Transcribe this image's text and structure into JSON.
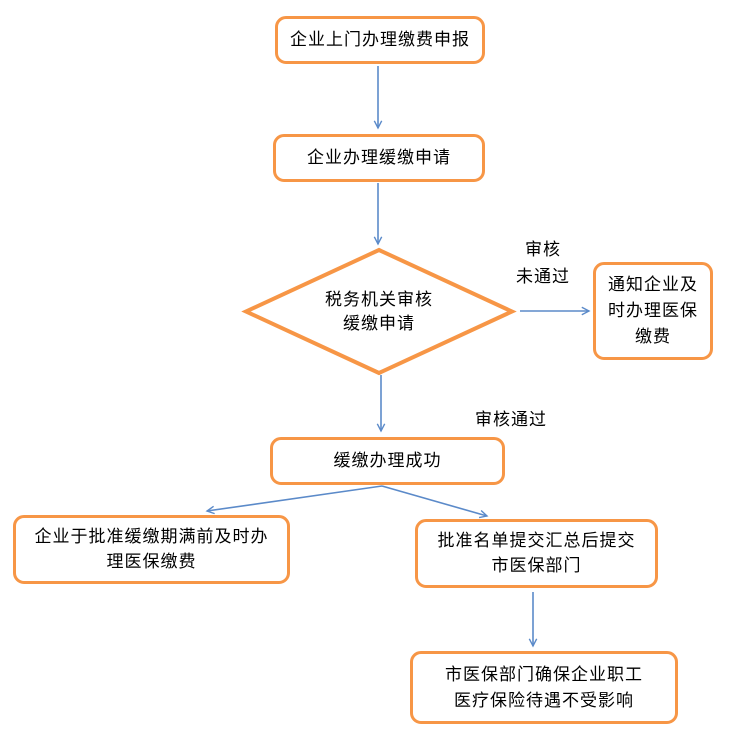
{
  "diagram": {
    "type": "flowchart",
    "background": "#FFFFFF",
    "colors": {
      "node_border": "#F79646",
      "arrow": "#5B8AC9",
      "text": "#000000"
    },
    "nodes": {
      "declare": {
        "shape": "rounded-rect",
        "label": "企业上门办理缴费申报"
      },
      "apply": {
        "shape": "rounded-rect",
        "label": "企业办理缓缴申请"
      },
      "review": {
        "shape": "diamond",
        "label": "税务机关审核\n缓缴申请"
      },
      "notify": {
        "shape": "rounded-rect",
        "label": "通知企业及\n时办理医保\n缴费"
      },
      "success": {
        "shape": "rounded-rect",
        "label": "缓缴办理成功"
      },
      "pay_before_due": {
        "shape": "rounded-rect",
        "label": "企业于批准缓缴期满前及时办\n理医保缴费"
      },
      "submit_list": {
        "shape": "rounded-rect",
        "label": "批准名单提交汇总后提交\n市医保部门"
      },
      "ensure_benefit": {
        "shape": "rounded-rect",
        "label": "市医保部门确保企业职工\n医疗保险待遇不受影响"
      }
    },
    "edge_labels": {
      "reject": "审核\n未通过",
      "approve": "审核通过"
    },
    "edges": [
      {
        "from": "declare",
        "to": "apply"
      },
      {
        "from": "apply",
        "to": "review"
      },
      {
        "from": "review",
        "to": "notify",
        "label": "审核 未通过"
      },
      {
        "from": "review",
        "to": "success",
        "label": "审核通过"
      },
      {
        "from": "success",
        "to": "pay_before_due"
      },
      {
        "from": "success",
        "to": "submit_list"
      },
      {
        "from": "submit_list",
        "to": "ensure_benefit"
      }
    ]
  }
}
